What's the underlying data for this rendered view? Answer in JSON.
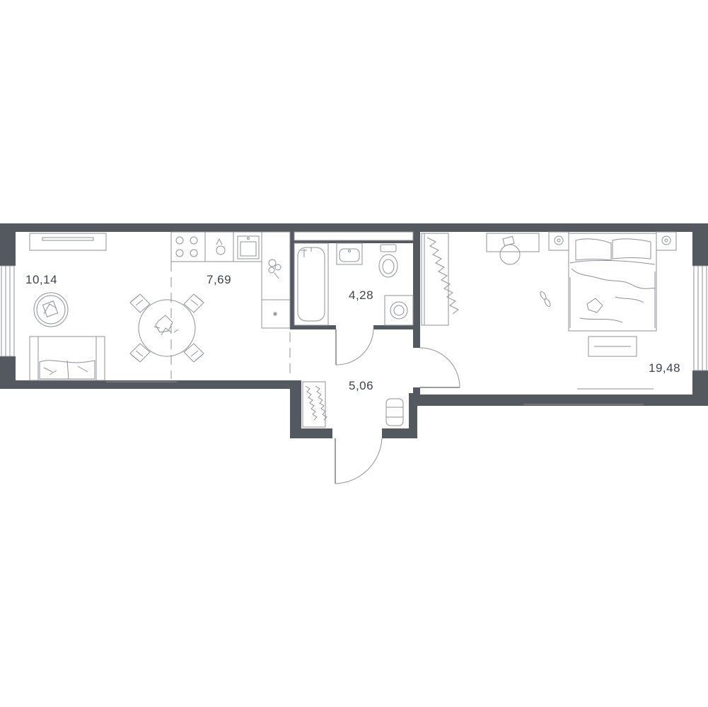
{
  "rooms": {
    "living": {
      "area": "10,14"
    },
    "kitchen": {
      "area": "7,69"
    },
    "bathroom": {
      "area": "4,28"
    },
    "hall": {
      "area": "5,06"
    },
    "bedroom": {
      "area": "19,48"
    }
  },
  "colors": {
    "wall": "#54585f",
    "line": "#8e9197",
    "label": "#3f434a",
    "background": "#ffffff"
  }
}
